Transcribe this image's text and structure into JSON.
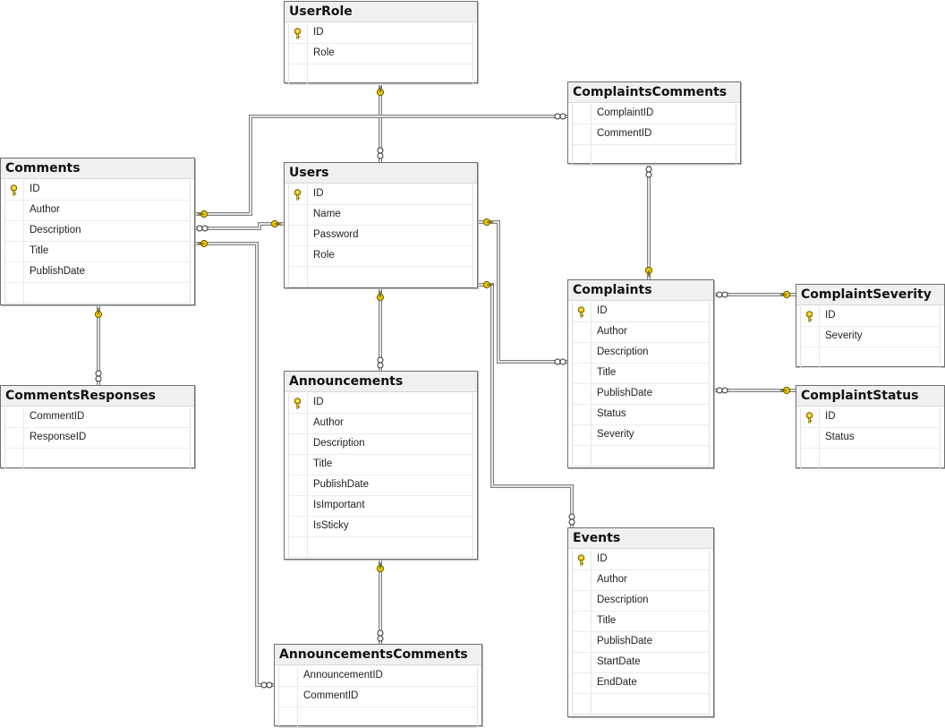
{
  "tables": [
    {
      "id": "userrole",
      "name": "UserRole",
      "columns": [
        {
          "name": "ID",
          "pk": true
        },
        {
          "name": "Role",
          "pk": false
        }
      ]
    },
    {
      "id": "complaintscomments",
      "name": "ComplaintsComments",
      "columns": [
        {
          "name": "ComplaintID",
          "pk": false
        },
        {
          "name": "CommentID",
          "pk": false
        }
      ]
    },
    {
      "id": "comments",
      "name": "Comments",
      "columns": [
        {
          "name": "ID",
          "pk": true
        },
        {
          "name": "Author",
          "pk": false
        },
        {
          "name": "Description",
          "pk": false
        },
        {
          "name": "Title",
          "pk": false
        },
        {
          "name": "PublishDate",
          "pk": false
        }
      ]
    },
    {
      "id": "users",
      "name": "Users",
      "columns": [
        {
          "name": "ID",
          "pk": true
        },
        {
          "name": "Name",
          "pk": false
        },
        {
          "name": "Password",
          "pk": false
        },
        {
          "name": "Role",
          "pk": false
        }
      ]
    },
    {
      "id": "complaints",
      "name": "Complaints",
      "columns": [
        {
          "name": "ID",
          "pk": true
        },
        {
          "name": "Author",
          "pk": false
        },
        {
          "name": "Description",
          "pk": false
        },
        {
          "name": "Title",
          "pk": false
        },
        {
          "name": "PublishDate",
          "pk": false
        },
        {
          "name": "Status",
          "pk": false
        },
        {
          "name": "Severity",
          "pk": false
        }
      ]
    },
    {
      "id": "complaintseverity",
      "name": "ComplaintSeverity",
      "columns": [
        {
          "name": "ID",
          "pk": true
        },
        {
          "name": "Severity",
          "pk": false
        }
      ]
    },
    {
      "id": "complaintstatus",
      "name": "ComplaintStatus",
      "columns": [
        {
          "name": "ID",
          "pk": true
        },
        {
          "name": "Status",
          "pk": false
        }
      ]
    },
    {
      "id": "commentsresponses",
      "name": "CommentsResponses",
      "columns": [
        {
          "name": "CommentID",
          "pk": false
        },
        {
          "name": "ResponseID",
          "pk": false
        }
      ]
    },
    {
      "id": "announcements",
      "name": "Announcements",
      "columns": [
        {
          "name": "ID",
          "pk": true
        },
        {
          "name": "Author",
          "pk": false
        },
        {
          "name": "Description",
          "pk": false
        },
        {
          "name": "Title",
          "pk": false
        },
        {
          "name": "PublishDate",
          "pk": false
        },
        {
          "name": "IsImportant",
          "pk": false
        },
        {
          "name": "IsSticky",
          "pk": false
        }
      ]
    },
    {
      "id": "events",
      "name": "Events",
      "columns": [
        {
          "name": "ID",
          "pk": true
        },
        {
          "name": "Author",
          "pk": false
        },
        {
          "name": "Description",
          "pk": false
        },
        {
          "name": "Title",
          "pk": false
        },
        {
          "name": "PublishDate",
          "pk": false
        },
        {
          "name": "StartDate",
          "pk": false
        },
        {
          "name": "EndDate",
          "pk": false
        }
      ]
    },
    {
      "id": "announcementscomments",
      "name": "AnnouncementsComments",
      "columns": [
        {
          "name": "AnnouncementID",
          "pk": false
        },
        {
          "name": "CommentID",
          "pk": false
        }
      ]
    }
  ],
  "relationships": [
    {
      "from": "UserRole",
      "to": "Users"
    },
    {
      "from": "Comments",
      "to": "ComplaintsComments"
    },
    {
      "from": "Users",
      "to": "Comments"
    },
    {
      "from": "Comments",
      "to": "AnnouncementsComments"
    },
    {
      "from": "Comments",
      "to": "CommentsResponses"
    },
    {
      "from": "ComplaintsComments",
      "to": "Complaints"
    },
    {
      "from": "Users",
      "to": "Complaints"
    },
    {
      "from": "Users",
      "to": "Events"
    },
    {
      "from": "Users",
      "to": "Announcements"
    },
    {
      "from": "Announcements",
      "to": "AnnouncementsComments"
    },
    {
      "from": "Complaints",
      "to": "ComplaintSeverity"
    },
    {
      "from": "Complaints",
      "to": "ComplaintStatus"
    }
  ],
  "colors": {
    "key": "#e6c800",
    "line": "#808080",
    "title_bg": "#f0f0f0"
  }
}
